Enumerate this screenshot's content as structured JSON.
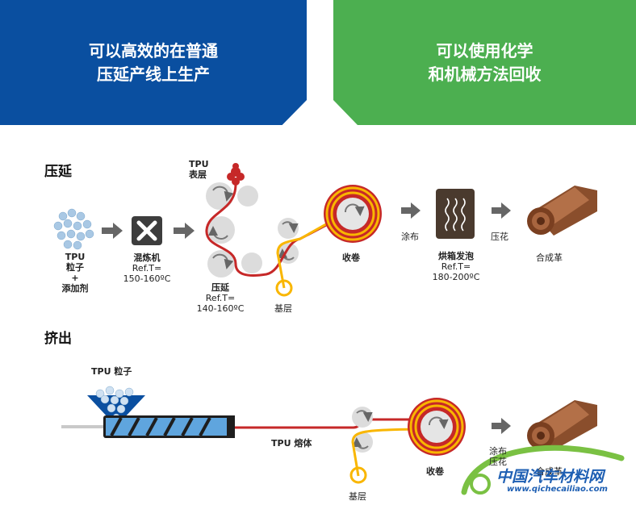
{
  "banners": {
    "left": {
      "line1": "可以高效的在普通",
      "line2": "压延产线上生产",
      "color": "#0a4fa0"
    },
    "right": {
      "line1": "可以使用化学",
      "line2": "和机械方法回收",
      "color": "#4caf50"
    }
  },
  "calendering": {
    "title": "压延",
    "tpu_pellets": {
      "line1": "TPU",
      "line2": "粒子",
      "line3": "+",
      "line4": "添加剂"
    },
    "mixer": {
      "name": "混炼机",
      "ref": "Ref.T=",
      "temp": "150-160ºC"
    },
    "top_layer": {
      "line1": "TPU",
      "line2": "表层"
    },
    "calender": {
      "name": "压延",
      "ref": "Ref.T=",
      "temp": "140-160ºC"
    },
    "substrate": "基层",
    "winding": "收卷",
    "coating": "涂布",
    "oven": {
      "name": "烘箱发泡",
      "ref": "Ref.T=",
      "temp": "180-200ºC"
    },
    "embossing": "压花",
    "leather": "合成革"
  },
  "extrusion": {
    "title": "挤出",
    "pellets": "TPU 粒子",
    "melt": "TPU 熔体",
    "substrate": "基层",
    "winding": "收卷",
    "coating": "涂布",
    "embossing": "压花",
    "leather": "合成革"
  },
  "watermark": {
    "name": "中国汽车材料网",
    "url": "www.qichecailiao.com"
  },
  "colors": {
    "red_line": "#c62828",
    "yellow_line": "#f9b600",
    "roller": "#d9d9d9",
    "arrow": "#666666",
    "leather": "#9b5a36"
  }
}
